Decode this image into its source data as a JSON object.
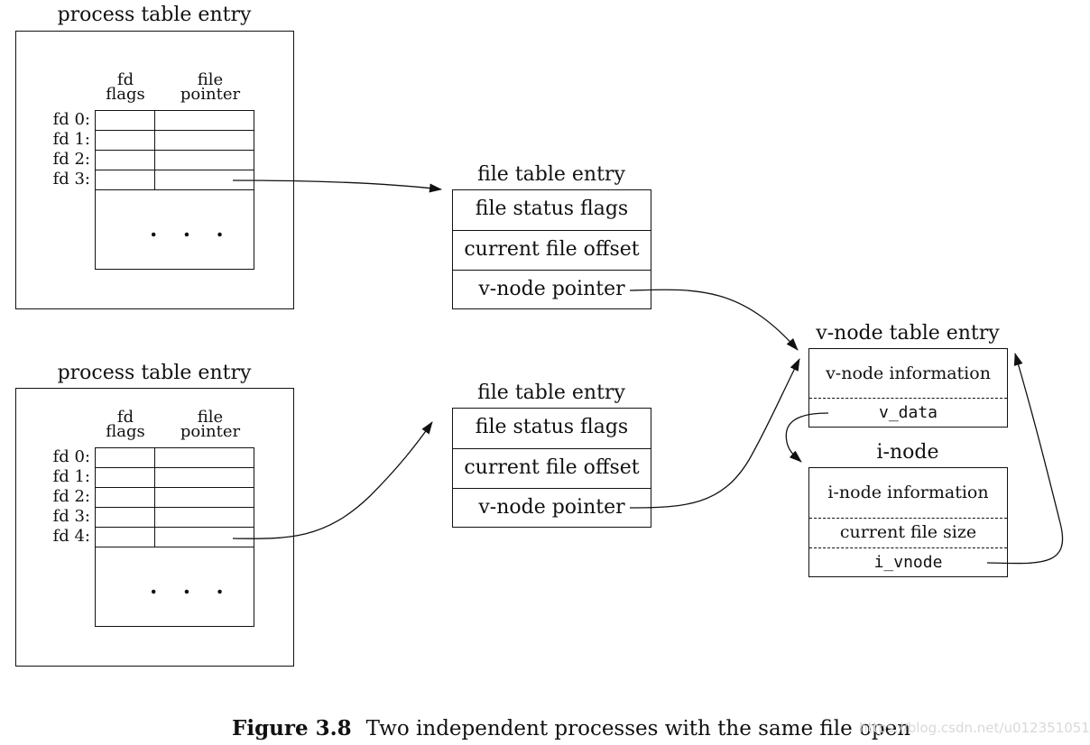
{
  "process_tables": [
    {
      "title": "process table entry",
      "col_fd_flags": [
        "fd",
        "flags"
      ],
      "col_file_pointer": [
        "file",
        "pointer"
      ],
      "fd_labels": [
        "fd 0:",
        "fd 1:",
        "fd 2:",
        "fd 3:"
      ],
      "ellipsis": ". . ."
    },
    {
      "title": "process table entry",
      "col_fd_flags": [
        "fd",
        "flags"
      ],
      "col_file_pointer": [
        "file",
        "pointer"
      ],
      "fd_labels": [
        "fd 0:",
        "fd 1:",
        "fd 2:",
        "fd 3:",
        "fd 4:"
      ],
      "ellipsis": ". . ."
    }
  ],
  "file_tables": [
    {
      "title": "file table entry",
      "rows": [
        "file status flags",
        "current file offset",
        "v-node pointer"
      ]
    },
    {
      "title": "file table entry",
      "rows": [
        "file status flags",
        "current file offset",
        "v-node pointer"
      ]
    }
  ],
  "vnode_table": {
    "title": "v-node table entry",
    "info": "v-node information",
    "field": "v_data"
  },
  "inode": {
    "title": "i-node",
    "info": "i-node information",
    "size": "current file size",
    "field": "i_vnode"
  },
  "caption": {
    "label": "Figure 3.8",
    "text": "Two independent processes with the same file open"
  },
  "watermark": "https://blog.csdn.net/u012351051"
}
